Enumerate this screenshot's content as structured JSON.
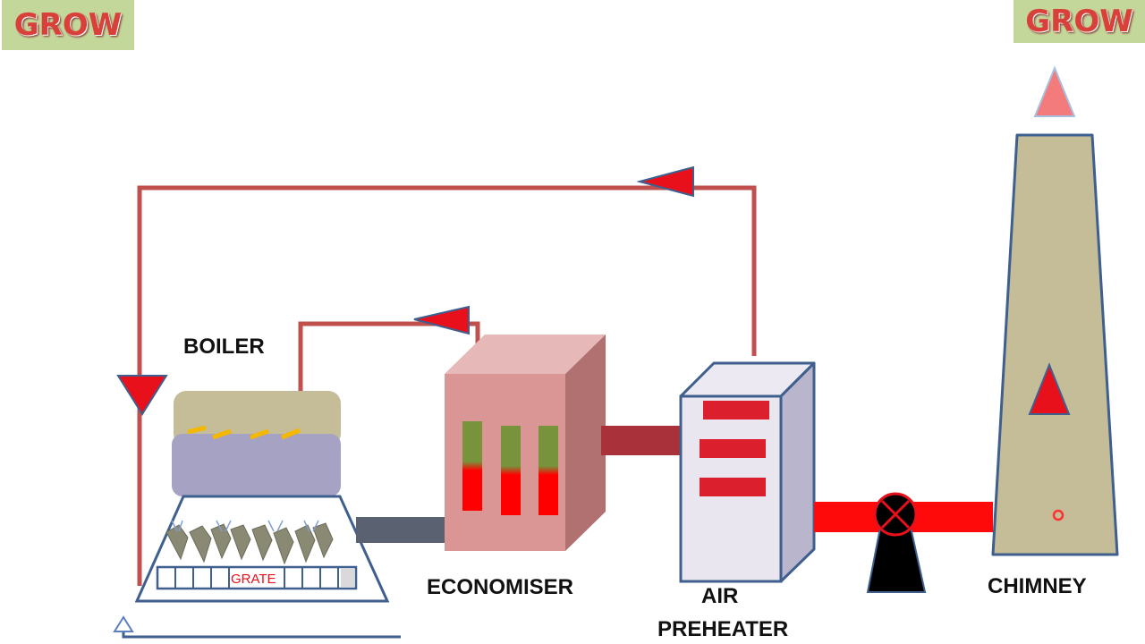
{
  "logos": {
    "left": "GROW",
    "right": "GROW"
  },
  "labels": {
    "boiler": "BOILER",
    "grate": "GRATE",
    "economiser": "ECONOMISER",
    "air_preheater_line1": "AIR",
    "air_preheater_line2": "PREHEATER",
    "chimney": "CHIMNEY"
  },
  "colors": {
    "pipe": "#c0504d",
    "arrow": "#e8101a",
    "flue": "#ff1a1a",
    "chimney": "#c4bd97",
    "economiser": "#d99694",
    "outline": "#3f5f8f"
  }
}
